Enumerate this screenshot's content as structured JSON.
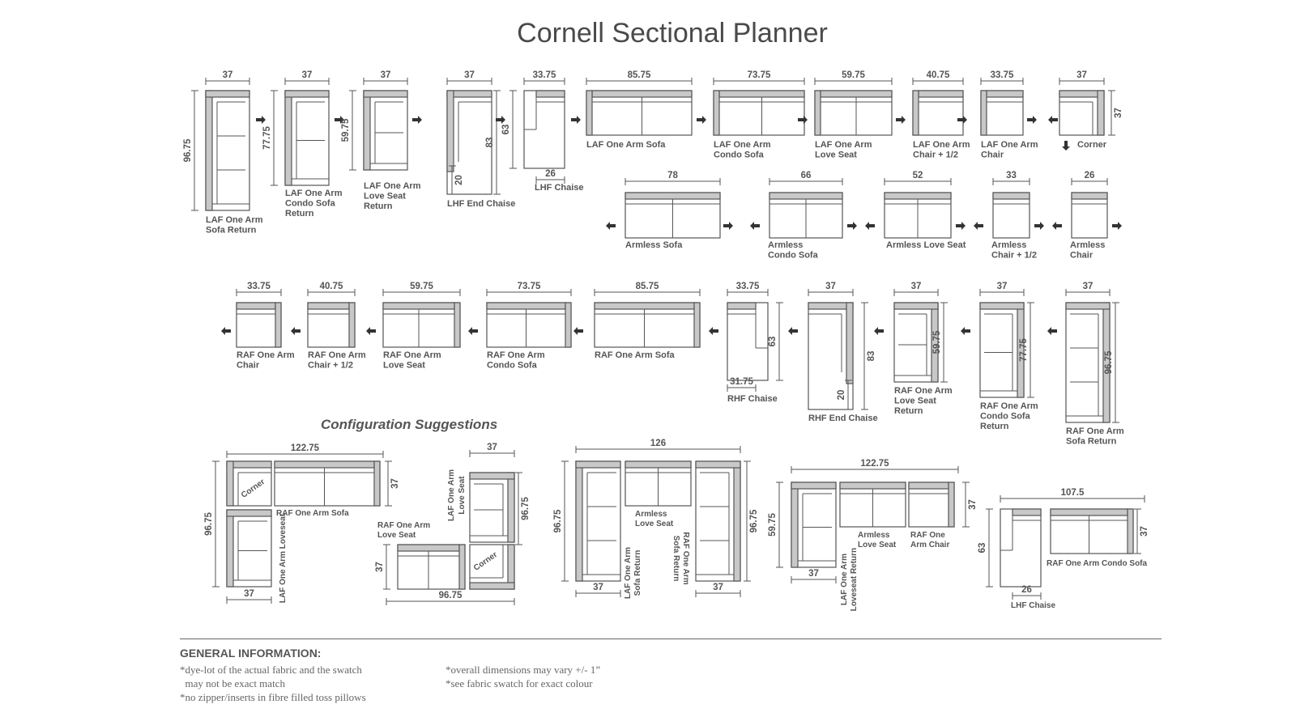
{
  "title": "Cornell Sectional Planner",
  "config_heading": "Configuration Suggestions",
  "general_info": {
    "heading": "GENERAL INFORMATION:",
    "left_notes": [
      "*dye-lot of the actual fabric and the swatch",
      "  may not be exact match",
      "*no zipper/inserts in fibre filled toss pillows"
    ],
    "right_notes": [
      "*overall dimensions may vary +/- 1”",
      "*see fabric swatch for exact colour"
    ]
  },
  "pieces": [
    {
      "key": "laf-sofa-return",
      "name": [
        "LAF One Arm",
        "Sofa Return"
      ],
      "width": "37",
      "depth": "96.75"
    },
    {
      "key": "laf-condo-return",
      "name": [
        "LAF One Arm",
        "Condo Sofa",
        "Return"
      ],
      "width": "37",
      "depth": "77.75"
    },
    {
      "key": "laf-love-return",
      "name": [
        "LAF One Arm",
        "Love Seat",
        "Return"
      ],
      "width": "37",
      "depth": "59.75"
    },
    {
      "key": "lhf-end-chaise",
      "name": [
        "LHF End Chaise"
      ],
      "width": "37",
      "depth": "83",
      "inner": "20"
    },
    {
      "key": "lhf-chaise",
      "name": [
        "LHF Chaise"
      ],
      "width": "33.75",
      "depth": "63",
      "inner": "26"
    },
    {
      "key": "laf-sofa",
      "name": [
        "LAF One Arm Sofa"
      ],
      "width": "85.75"
    },
    {
      "key": "laf-condo",
      "name": [
        "LAF One Arm",
        "Condo Sofa"
      ],
      "width": "73.75"
    },
    {
      "key": "laf-love",
      "name": [
        "LAF One Arm",
        "Love Seat"
      ],
      "width": "59.75"
    },
    {
      "key": "laf-chair-half",
      "name": [
        "LAF One Arm",
        "Chair + 1/2"
      ],
      "width": "40.75"
    },
    {
      "key": "laf-chair",
      "name": [
        "LAF One Arm",
        "Chair"
      ],
      "width": "33.75"
    },
    {
      "key": "corner",
      "name": [
        "Corner"
      ],
      "width": "37",
      "depth": "37"
    },
    {
      "key": "armless-sofa",
      "name": [
        "Armless Sofa"
      ],
      "width": "78"
    },
    {
      "key": "armless-condo",
      "name": [
        "Armless",
        "Condo Sofa"
      ],
      "width": "66"
    },
    {
      "key": "armless-love",
      "name": [
        "Armless Love Seat"
      ],
      "width": "52"
    },
    {
      "key": "armless-chair-half",
      "name": [
        "Armless",
        "Chair + 1/2"
      ],
      "width": "33"
    },
    {
      "key": "armless-chair",
      "name": [
        "Armless",
        "Chair"
      ],
      "width": "26"
    },
    {
      "key": "raf-chair",
      "name": [
        "RAF One Arm",
        "Chair"
      ],
      "width": "33.75"
    },
    {
      "key": "raf-chair-half",
      "name": [
        "RAF One Arm",
        "Chair + 1/2"
      ],
      "width": "40.75"
    },
    {
      "key": "raf-love",
      "name": [
        "RAF One Arm",
        "Love Seat"
      ],
      "width": "59.75"
    },
    {
      "key": "raf-condo",
      "name": [
        "RAF One Arm",
        "Condo Sofa"
      ],
      "width": "73.75"
    },
    {
      "key": "raf-sofa",
      "name": [
        "RAF One Arm Sofa"
      ],
      "width": "85.75"
    },
    {
      "key": "rhf-chaise",
      "name": [
        "RHF Chaise"
      ],
      "width": "33.75",
      "depth": "63",
      "inner": "31.75"
    },
    {
      "key": "rhf-end-chaise",
      "name": [
        "RHF End Chaise"
      ],
      "width": "37",
      "depth": "83",
      "inner": "20"
    },
    {
      "key": "raf-love-return",
      "name": [
        "RAF One Arm",
        "Love Seat",
        "Return"
      ],
      "width": "37",
      "depth": "59.75"
    },
    {
      "key": "raf-condo-return",
      "name": [
        "RAF One Arm",
        "Condo Sofa",
        "Return"
      ],
      "width": "37",
      "depth": "77.75"
    },
    {
      "key": "raf-sofa-return",
      "name": [
        "RAF One Arm",
        "Sofa Return"
      ],
      "width": "37",
      "depth": "96.75"
    }
  ],
  "configurations": [
    {
      "key": "config-a",
      "dims": [
        "122.75",
        "37",
        "96.75",
        "37"
      ],
      "labels": [
        "Corner",
        "RAF One Arm Sofa",
        "LAF One Arm Loveseat"
      ]
    },
    {
      "key": "config-b",
      "dims": [
        "37",
        "96.75",
        "37",
        "96.75"
      ],
      "labels": [
        "LAF One Arm Love Seat",
        "RAF One Arm Love Seat",
        "Corner"
      ]
    },
    {
      "key": "config-c",
      "dims": [
        "126",
        "96.75",
        "96.75",
        "37",
        "37"
      ],
      "labels": [
        "Armless Love Seat",
        "LAF One Arm Sofa Return",
        "RAF One Arm Sofa Return"
      ]
    },
    {
      "key": "config-d",
      "dims": [
        "122.75",
        "37",
        "59.75",
        "37"
      ],
      "labels": [
        "Armless Love Seat",
        "RAF One Arm Chair",
        "LAF One Arm Loveseat Return"
      ]
    },
    {
      "key": "config-e",
      "dims": [
        "107.5",
        "37",
        "63",
        "26"
      ],
      "labels": [
        "RAF One Arm Condo Sofa",
        "LHF Chaise"
      ]
    }
  ]
}
